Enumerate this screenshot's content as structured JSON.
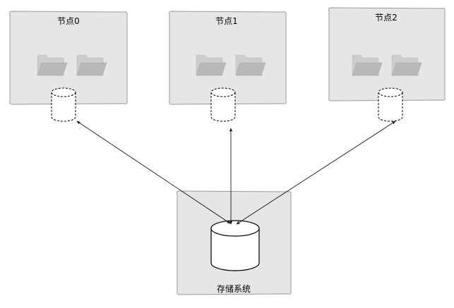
{
  "diagram": {
    "nodes": [
      {
        "label": "节点0"
      },
      {
        "label": "节点1"
      },
      {
        "label": "节点2"
      }
    ],
    "storage": {
      "label": "存储系统"
    },
    "colors": {
      "panel_fill": "#e6e6e6",
      "panel_stroke": "#9a9a9a",
      "folder": "#c6c6c6",
      "folder_tab": "#cfcfcf",
      "line": "#000000"
    },
    "icons": {
      "folder": "folder-icon",
      "disk": "disk-icon"
    }
  }
}
